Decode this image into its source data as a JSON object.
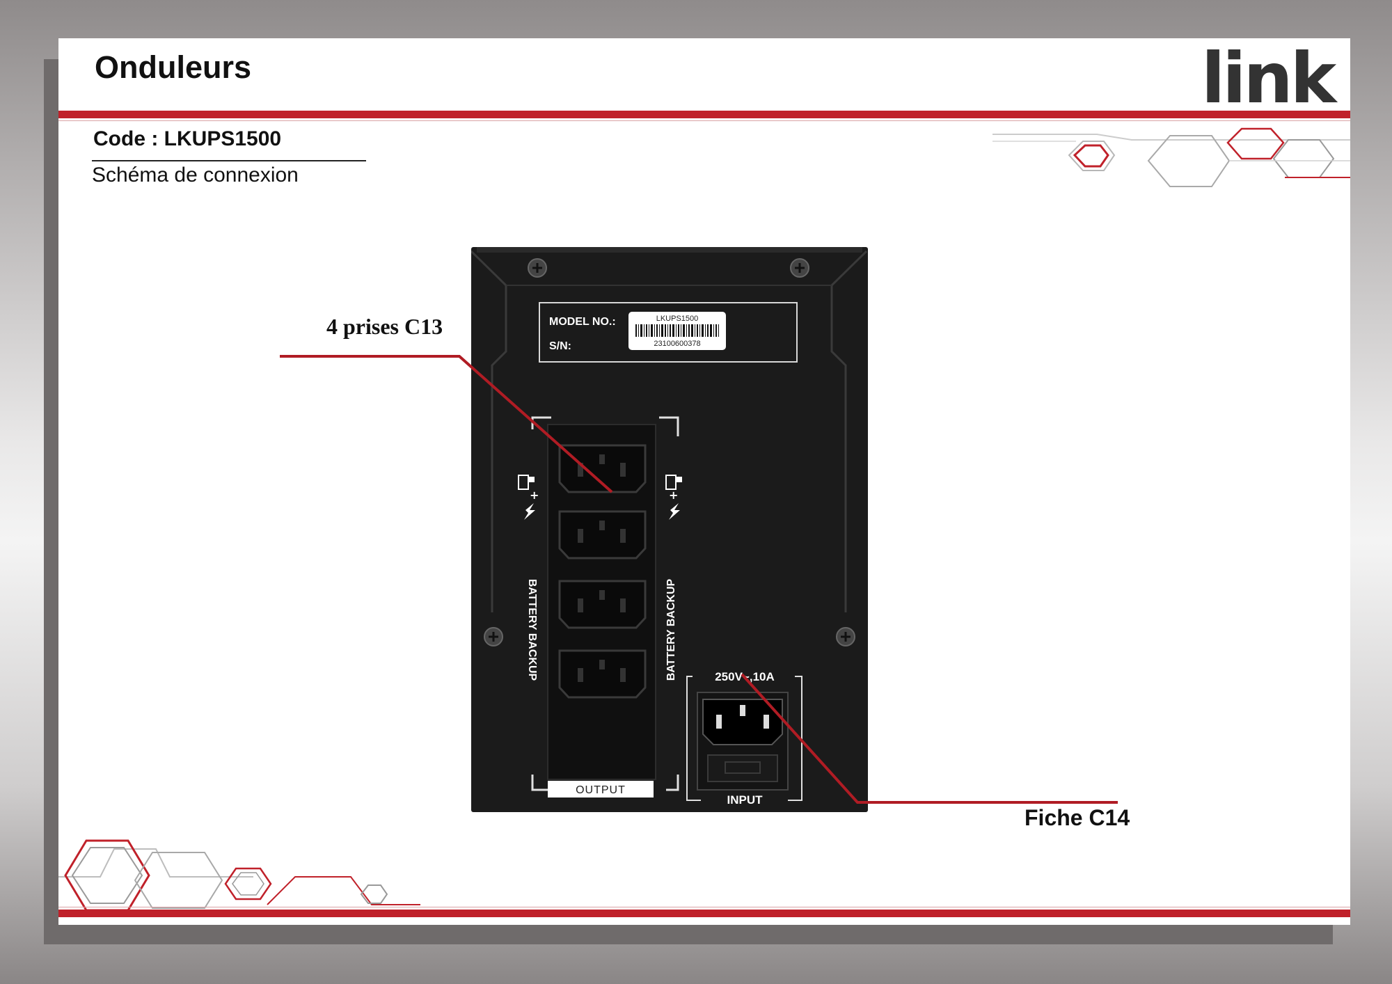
{
  "header": {
    "title": "Onduleurs",
    "brand": "link"
  },
  "product": {
    "code_line": "Code : LKUPS1500",
    "subtitle": "Schéma de connexion"
  },
  "device": {
    "model_label": "MODEL NO.:",
    "model_value": "LKUPS1500",
    "sn_label": "S/N:",
    "sn_value": "23100600378",
    "battery_backup_left": "BATTERY BACKUP",
    "battery_backup_right": "BATTERY BACKUP",
    "output_label": "OUTPUT",
    "input_rating": "250V~,10A",
    "input_label": "INPUT"
  },
  "callouts": {
    "outlets": "4 prises C13",
    "inlet": "Fiche C14"
  },
  "colors": {
    "accent": "#c0212a",
    "device_body": "#1b1b1b",
    "text": "#111111"
  }
}
